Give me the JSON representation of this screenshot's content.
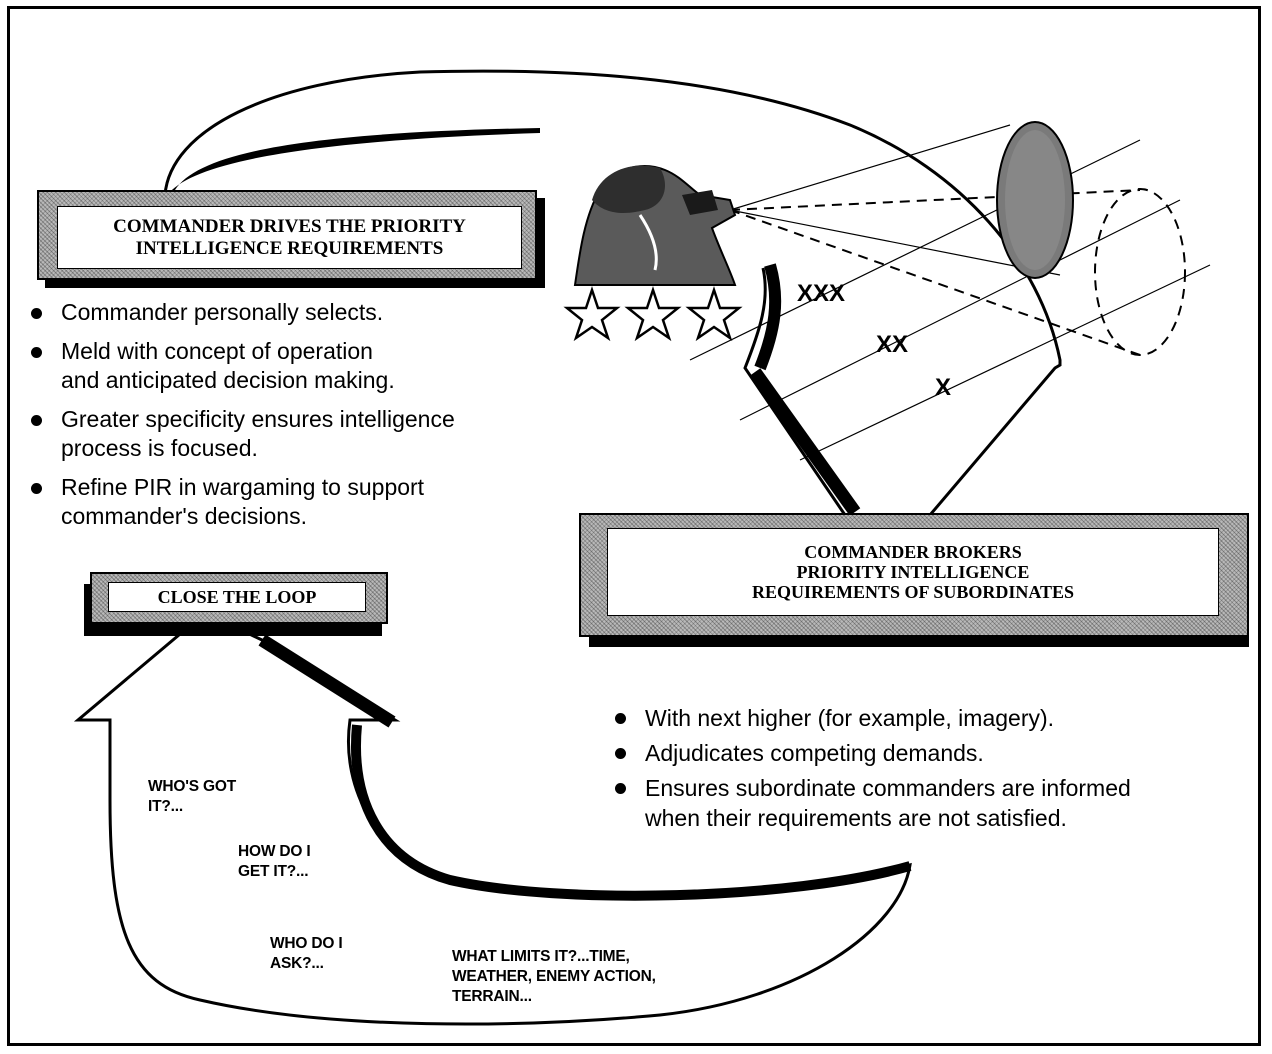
{
  "pir_box": {
    "lines": [
      "COMMANDER DRIVES THE PRIORITY",
      "INTELLIGENCE REQUIREMENTS"
    ]
  },
  "pir_bullets": [
    "Commander personally selects.",
    "Meld with concept of operation\n  and anticipated decision making.",
    "Greater specificity ensures intelligence\n  process is focused.",
    "Refine PIR in wargaming to support\n  commander's decisions."
  ],
  "broker_box": {
    "lines": [
      "COMMANDER BROKERS",
      "PRIORITY INTELLIGENCE",
      "REQUIREMENTS OF SUBORDINATES"
    ]
  },
  "broker_bullets": [
    "With next higher (for example, imagery).",
    "Adjudicates competing demands.",
    "Ensures subordinate commanders are informed\n  when their requirements are not satisfied."
  ],
  "loop_box": {
    "label": "CLOSE THE LOOP"
  },
  "echelons": [
    "XXX",
    "XX",
    "X"
  ],
  "stars_count": 3,
  "loop_questions": [
    "WHO'S GOT\nIT?...",
    "HOW DO I\nGET IT?...",
    "WHO DO I\nASK?...",
    "WHAT LIMITS IT?...TIME,\nWEATHER, ENEMY ACTION,\nTERRAIN..."
  ]
}
